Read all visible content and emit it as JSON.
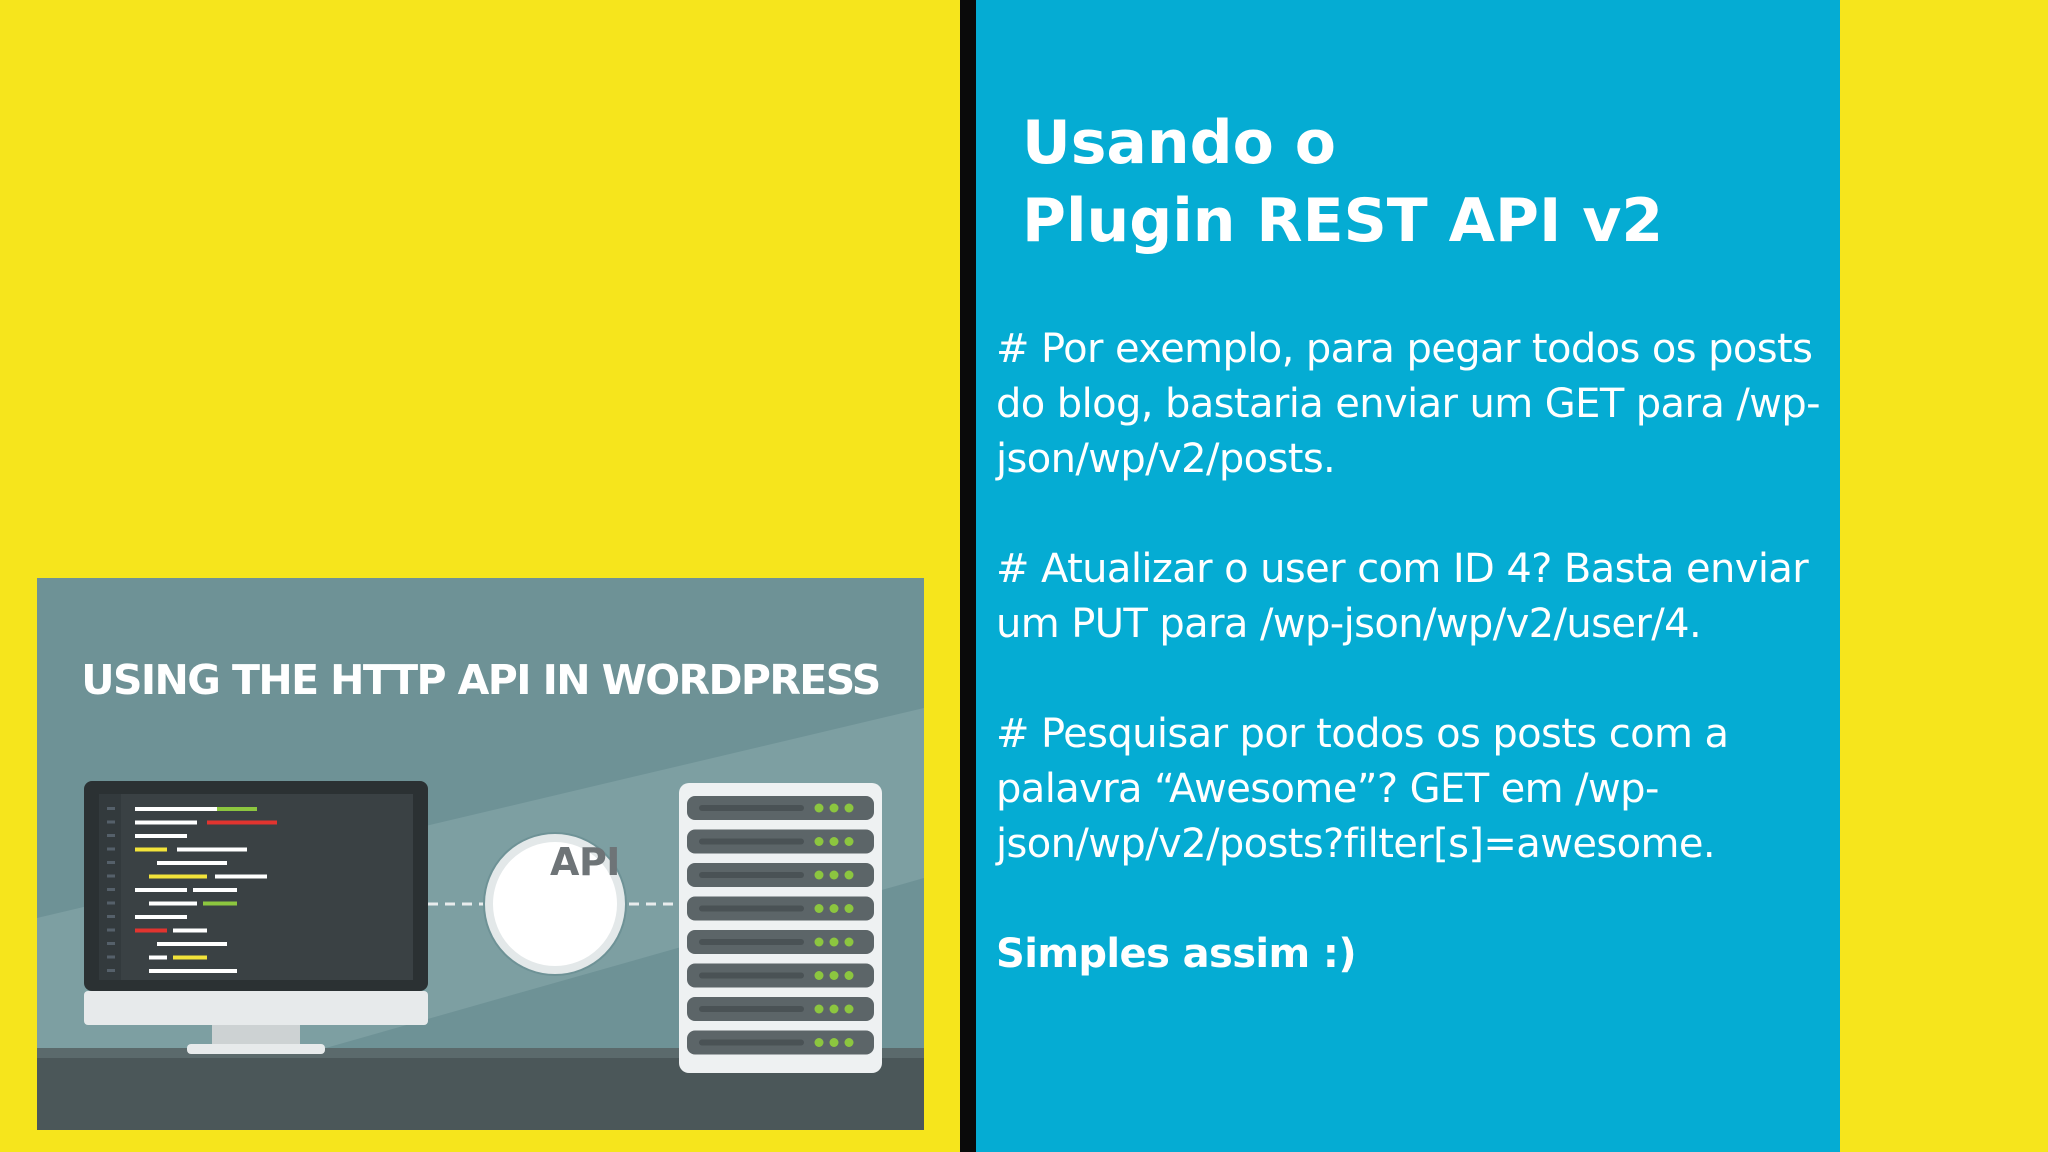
{
  "slide": {
    "title_line1": "Usando o",
    "title_line2": "Plugin REST API v2",
    "paragraph1": "# Por exemplo, para pegar todos os posts do blog, bastaria enviar um GET para /wp-json/wp/v2/posts.",
    "paragraph2": "# Atualizar o user com ID 4? Basta enviar um PUT para /wp-json/wp/v2/user/4.",
    "paragraph3": "# Pesquisar por todos os posts com a palavra “Awesome”? GET em /wp-json/wp/v2/posts?filter[s]=awesome.",
    "closing": "Simples assim :)"
  },
  "thumbnail": {
    "heading": "USING THE HTTP API IN WORDPRESS",
    "api_label": "API",
    "icons": [
      "monitor-icon",
      "server-icon",
      "api-circle-icon"
    ]
  },
  "colors": {
    "background": "#f6e51c",
    "panel": "#05acd3",
    "divider": "#0a0a0a",
    "thumbnail_bg": "#6e9296"
  }
}
